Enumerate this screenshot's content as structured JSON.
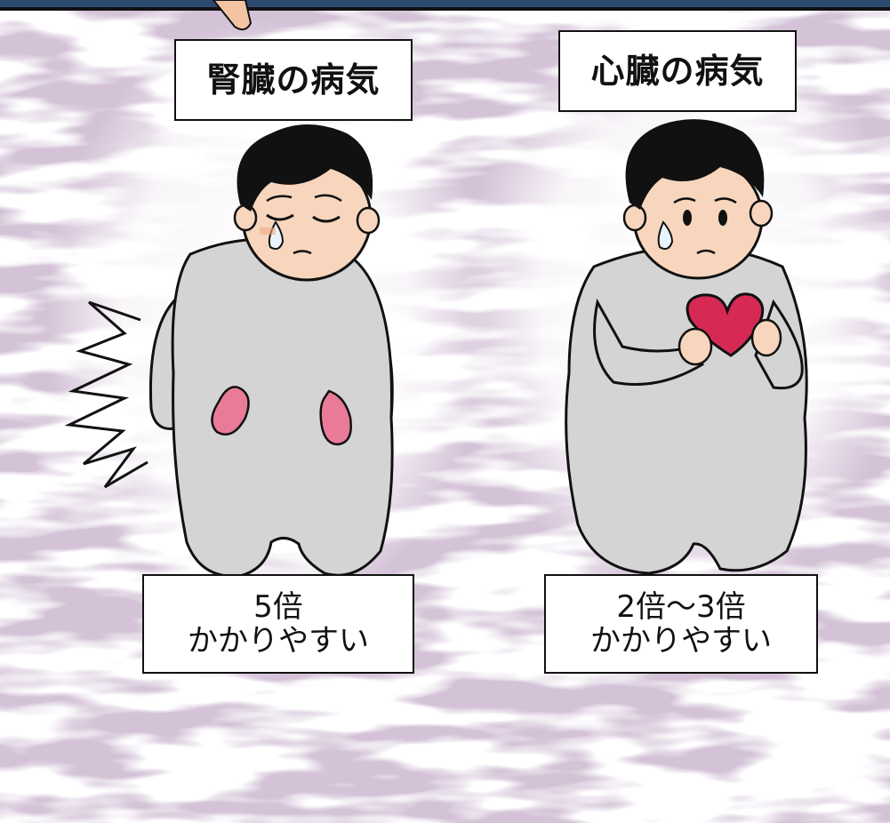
{
  "panels": {
    "kidney": {
      "title": "腎臓の病気",
      "stat_line1": "5倍",
      "stat_line2": "かかりやすい"
    },
    "heart": {
      "title": "心臓の病気",
      "stat_line1": "2倍～3倍",
      "stat_line2": "かかりやすい"
    }
  },
  "colors": {
    "background_swirl": "#a98aad",
    "body_fill": "#d4d4d4",
    "skin": "#f7d6bd",
    "kidney": "#e97b98",
    "heart": "#d62954"
  }
}
